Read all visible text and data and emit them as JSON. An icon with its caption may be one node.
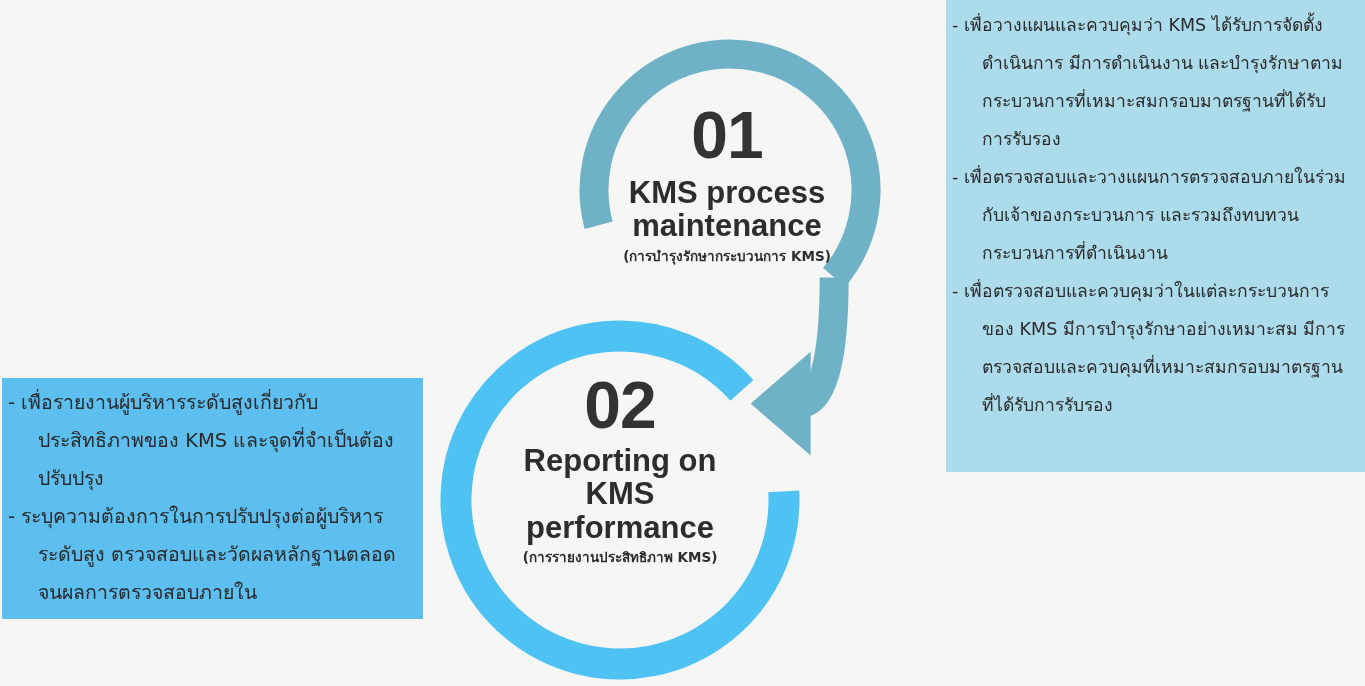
{
  "diagram": {
    "nodes": [
      {
        "text": [
          "01",
          "KMS process maintenance",
          "(การบำรุงรักษากระบวนการ KMS)"
        ]
      },
      {
        "text": [
          "02",
          "Reporting on KMS performance",
          "(การรายงานประสิทธิภาพ KMS)"
        ]
      },
      {
        "text": [
          "- เพื่อวางแผนและควบคุมว่า KMS ได้รับการจัดตั้งดำเนินการ มีการดำเนินงาน และบำรุงรักษาตามกระบวนการที่เหมาะสมกรอบมาตรฐานที่ได้รับการรับรอง",
          "- เพื่อตรวจสอบและวางแผนการตรวจสอบภายในร่วมกับเจ้าของกระบวนการ และรวมถึงทบทวนกระบวนการที่ดำเนินงาน",
          "- เพื่อตรวจสอบและควบคุมว่าในแต่ละกระบวนการของ KMS มีการบำรุงรักษาอย่างเหมาะสม มีการตรวจสอบและควบคุมที่เหมาะสมกรอบมาตรฐานที่ได้รับการรับรอง"
        ]
      },
      {
        "text": [
          "- เพื่อรายงานผู้บริหารระดับสูงเกี่ยวกับประสิทธิภาพของ KMS และจุดที่จำเป็นต้องปรับปรุง",
          "- ระบุความต้องการในการปรับปรุงต่อผู้บริหารระดับสูง ตรวจสอบและวัดผลหลักฐานตลอดจนผลการตรวจสอบภายใน"
        ]
      }
    ],
    "edges": [
      {
        "from": 0,
        "to": 1,
        "arrow": "to"
      }
    ]
  }
}
